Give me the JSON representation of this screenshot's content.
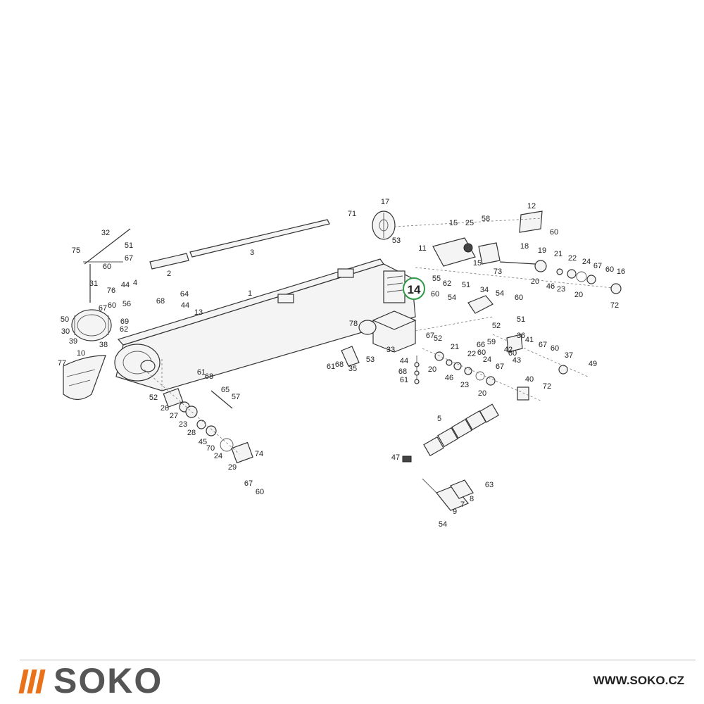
{
  "highlight": {
    "label": "14",
    "color": "#2e9a48"
  },
  "parts": [
    {
      "id": "1",
      "label": "1"
    },
    {
      "id": "2",
      "label": "2"
    },
    {
      "id": "3",
      "label": "3"
    },
    {
      "id": "4",
      "label": "4"
    },
    {
      "id": "5",
      "label": "5"
    },
    {
      "id": "7",
      "label": "7"
    },
    {
      "id": "8",
      "label": "8"
    },
    {
      "id": "9",
      "label": "9"
    },
    {
      "id": "10",
      "label": "10"
    },
    {
      "id": "11",
      "label": "11"
    },
    {
      "id": "12",
      "label": "12"
    },
    {
      "id": "13",
      "label": "13"
    },
    {
      "id": "15a",
      "label": "15"
    },
    {
      "id": "15b",
      "label": "15"
    },
    {
      "id": "16",
      "label": "16"
    },
    {
      "id": "17",
      "label": "17"
    },
    {
      "id": "18",
      "label": "18"
    },
    {
      "id": "19",
      "label": "19"
    },
    {
      "id": "20a",
      "label": "20"
    },
    {
      "id": "20b",
      "label": "20"
    },
    {
      "id": "20c",
      "label": "20"
    },
    {
      "id": "20d",
      "label": "20"
    },
    {
      "id": "21a",
      "label": "21"
    },
    {
      "id": "21b",
      "label": "21"
    },
    {
      "id": "22a",
      "label": "22"
    },
    {
      "id": "22b",
      "label": "22"
    },
    {
      "id": "23a",
      "label": "23"
    },
    {
      "id": "23b",
      "label": "23"
    },
    {
      "id": "23c",
      "label": "23"
    },
    {
      "id": "24a",
      "label": "24"
    },
    {
      "id": "24b",
      "label": "24"
    },
    {
      "id": "24c",
      "label": "24"
    },
    {
      "id": "25",
      "label": "25"
    },
    {
      "id": "26",
      "label": "26"
    },
    {
      "id": "27",
      "label": "27"
    },
    {
      "id": "28",
      "label": "28"
    },
    {
      "id": "29",
      "label": "29"
    },
    {
      "id": "30",
      "label": "30"
    },
    {
      "id": "31",
      "label": "31"
    },
    {
      "id": "32",
      "label": "32"
    },
    {
      "id": "33",
      "label": "33"
    },
    {
      "id": "34",
      "label": "34"
    },
    {
      "id": "35",
      "label": "35"
    },
    {
      "id": "36",
      "label": "36"
    },
    {
      "id": "37",
      "label": "37"
    },
    {
      "id": "38",
      "label": "38"
    },
    {
      "id": "39",
      "label": "39"
    },
    {
      "id": "40",
      "label": "40"
    },
    {
      "id": "41",
      "label": "41"
    },
    {
      "id": "42",
      "label": "42"
    },
    {
      "id": "43",
      "label": "43"
    },
    {
      "id": "44a",
      "label": "44"
    },
    {
      "id": "44b",
      "label": "44"
    },
    {
      "id": "44c",
      "label": "44"
    },
    {
      "id": "45",
      "label": "45"
    },
    {
      "id": "46a",
      "label": "46"
    },
    {
      "id": "46b",
      "label": "46"
    },
    {
      "id": "47",
      "label": "47"
    },
    {
      "id": "49",
      "label": "49"
    },
    {
      "id": "50",
      "label": "50"
    },
    {
      "id": "51a",
      "label": "51"
    },
    {
      "id": "51b",
      "label": "51"
    },
    {
      "id": "51c",
      "label": "51"
    },
    {
      "id": "52a",
      "label": "52"
    },
    {
      "id": "52b",
      "label": "52"
    },
    {
      "id": "52c",
      "label": "52"
    },
    {
      "id": "53a",
      "label": "53"
    },
    {
      "id": "53b",
      "label": "53"
    },
    {
      "id": "54a",
      "label": "54"
    },
    {
      "id": "54b",
      "label": "54"
    },
    {
      "id": "54c",
      "label": "54"
    },
    {
      "id": "55",
      "label": "55"
    },
    {
      "id": "56",
      "label": "56"
    },
    {
      "id": "57",
      "label": "57"
    },
    {
      "id": "58",
      "label": "58"
    },
    {
      "id": "59",
      "label": "59"
    },
    {
      "id": "60a",
      "label": "60"
    },
    {
      "id": "60b",
      "label": "60"
    },
    {
      "id": "60c",
      "label": "60"
    },
    {
      "id": "60d",
      "label": "60"
    },
    {
      "id": "60e",
      "label": "60"
    },
    {
      "id": "60f",
      "label": "60"
    },
    {
      "id": "60g",
      "label": "60"
    },
    {
      "id": "60h",
      "label": "60"
    },
    {
      "id": "60i",
      "label": "60"
    },
    {
      "id": "60j",
      "label": "60"
    },
    {
      "id": "61a",
      "label": "61"
    },
    {
      "id": "61b",
      "label": "61"
    },
    {
      "id": "61c",
      "label": "61"
    },
    {
      "id": "62a",
      "label": "62"
    },
    {
      "id": "62b",
      "label": "62"
    },
    {
      "id": "63",
      "label": "63"
    },
    {
      "id": "64",
      "label": "64"
    },
    {
      "id": "65",
      "label": "65"
    },
    {
      "id": "66",
      "label": "66"
    },
    {
      "id": "67a",
      "label": "67"
    },
    {
      "id": "67b",
      "label": "67"
    },
    {
      "id": "67c",
      "label": "67"
    },
    {
      "id": "67d",
      "label": "67"
    },
    {
      "id": "67e",
      "label": "67"
    },
    {
      "id": "67f",
      "label": "67"
    },
    {
      "id": "67g",
      "label": "67"
    },
    {
      "id": "68a",
      "label": "68"
    },
    {
      "id": "68b",
      "label": "68"
    },
    {
      "id": "68c",
      "label": "68"
    },
    {
      "id": "68d",
      "label": "68"
    },
    {
      "id": "69",
      "label": "69"
    },
    {
      "id": "70",
      "label": "70"
    },
    {
      "id": "71",
      "label": "71"
    },
    {
      "id": "72a",
      "label": "72"
    },
    {
      "id": "72b",
      "label": "72"
    },
    {
      "id": "73",
      "label": "73"
    },
    {
      "id": "74",
      "label": "74"
    },
    {
      "id": "75",
      "label": "75"
    },
    {
      "id": "76",
      "label": "76"
    },
    {
      "id": "77",
      "label": "77"
    },
    {
      "id": "78",
      "label": "78"
    }
  ],
  "footer": {
    "logo_text": "SOKO",
    "logo_color": "#555555",
    "stripe_color": "#e8711a",
    "website": "WWW.SOKO.CZ"
  }
}
